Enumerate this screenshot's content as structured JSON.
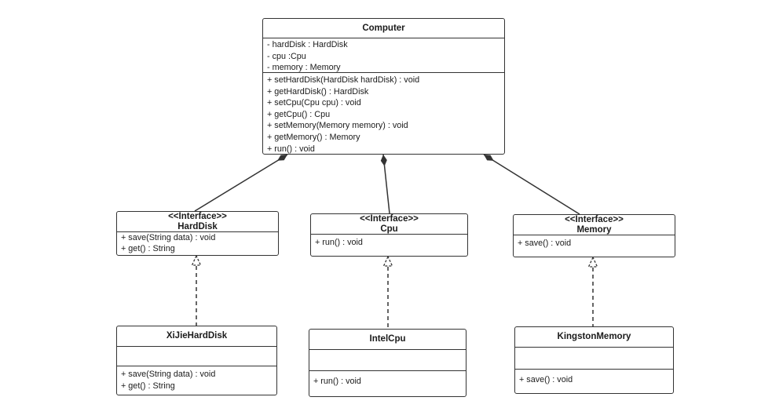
{
  "diagram": {
    "colors": {
      "line": "#333333",
      "text": "#1b1b1b",
      "background": "#ffffff"
    },
    "classes": {
      "computer": {
        "title": "Computer",
        "attributes": [
          "- hardDisk : HardDisk",
          "- cpu :Cpu",
          "- memory : Memory"
        ],
        "methods": [
          "+ setHardDisk(HardDisk hardDisk) : void",
          "+ getHardDisk() : HardDisk",
          "+ setCpu(Cpu cpu) : void",
          "+ getCpu() : Cpu",
          "+ setMemory(Memory memory) : void",
          "+ getMemory() : Memory",
          "+ run() : void"
        ]
      },
      "harddisk": {
        "stereotype": "<<Interface>>",
        "title": "HardDisk",
        "methods": [
          "+ save(String data) : void",
          "+ get() : String"
        ]
      },
      "cpu": {
        "stereotype": "<<Interface>>",
        "title": "Cpu",
        "methods": [
          "+ run() : void"
        ]
      },
      "memory": {
        "stereotype": "<<Interface>>",
        "title": "Memory",
        "methods": [
          "+ save() : void"
        ]
      },
      "xijieharddisk": {
        "title": "XiJieHardDisk",
        "methods": [
          "+ save(String data) : void",
          "+ get() : String"
        ]
      },
      "intelcpu": {
        "title": "IntelCpu",
        "methods": [
          "+ run() : void"
        ]
      },
      "kingstonmemory": {
        "title": "KingstonMemory",
        "methods": [
          "+ save() : void"
        ]
      }
    },
    "relationships": [
      {
        "type": "composition",
        "from": "Computer",
        "to": "HardDisk"
      },
      {
        "type": "composition",
        "from": "Computer",
        "to": "Cpu"
      },
      {
        "type": "composition",
        "from": "Computer",
        "to": "Memory"
      },
      {
        "type": "realization",
        "from": "XiJieHardDisk",
        "to": "HardDisk"
      },
      {
        "type": "realization",
        "from": "IntelCpu",
        "to": "Cpu"
      },
      {
        "type": "realization",
        "from": "KingstonMemory",
        "to": "Memory"
      }
    ]
  }
}
